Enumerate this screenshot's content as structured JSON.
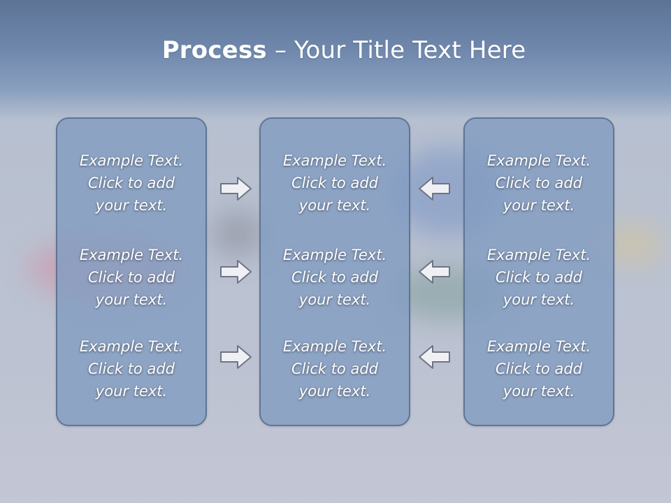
{
  "title": {
    "bold": "Process",
    "rest": " – Your Title Text Here"
  },
  "columns": [
    {
      "items": [
        "Example Text.\nClick  to add\nyour text.",
        "Example Text.\nClick  to add\nyour text.",
        "Example Text.\nClick  to add\nyour text."
      ]
    },
    {
      "items": [
        "Example Text.\nClick  to add\nyour text.",
        "Example Text.\nClick  to add\nyour text.",
        "Example Text.\nClick  to add\nyour text."
      ]
    },
    {
      "items": [
        "Example Text.\nClick  to add\nyour text.",
        "Example Text.\nClick  to add\nyour text.",
        "Example Text.\nClick  to add\nyour text."
      ]
    }
  ],
  "arrows": {
    "left_icon": "arrow-right-icon",
    "right_icon": "arrow-left-icon"
  },
  "colors": {
    "panel": "#809bc0",
    "panel_border": "#5f7594",
    "text": "#ffffff",
    "title": "#ffffff"
  }
}
